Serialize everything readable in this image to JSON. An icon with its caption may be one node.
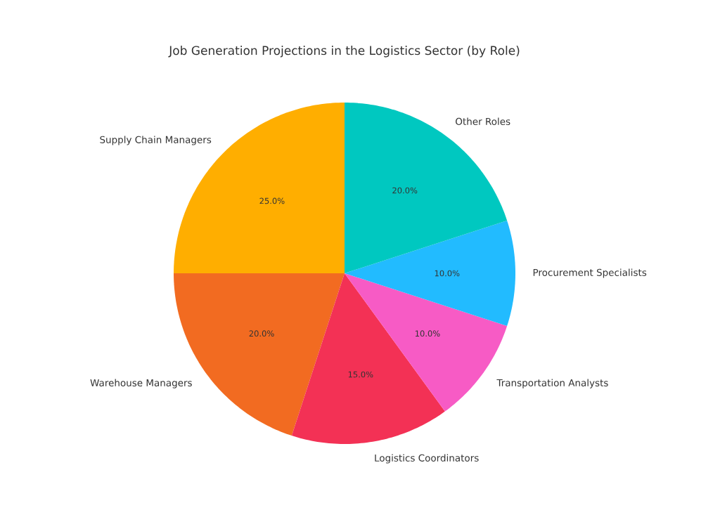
{
  "diagram": {
    "title": "Job Generation Projections in the Logistics Sector (by Role)",
    "chart_data": {
      "type": "pie",
      "categories": [
        "Supply Chain Managers",
        "Warehouse Managers",
        "Logistics Coordinators",
        "Transportation Analysts",
        "Procurement Specialists",
        "Other Roles"
      ],
      "values": [
        25,
        20,
        15,
        10,
        10,
        20
      ],
      "colors": [
        "#ffae00",
        "#f26b21",
        "#f33155",
        "#f75bc5",
        "#22bbff",
        "#00c8c0"
      ],
      "value_labels": [
        "25.0%",
        "20.0%",
        "15.0%",
        "10.0%",
        "10.0%",
        "20.0%"
      ]
    }
  }
}
